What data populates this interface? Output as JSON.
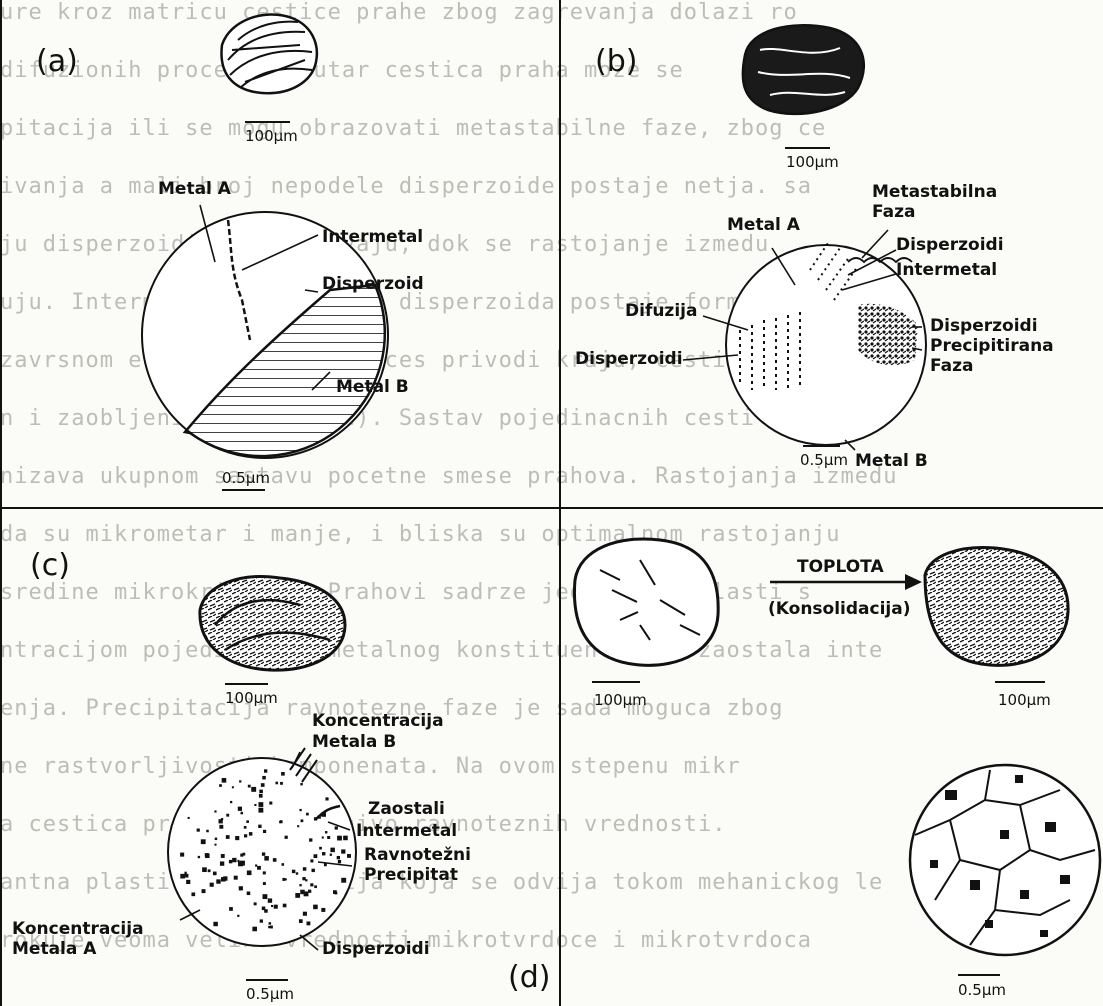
{
  "background_text": [
    "ure kroz matricu cestice prahe zbog zagrevanja dolazi ro",
    "difuzionih procesa. Unutar cestica praha moze se",
    "pitacija ili se mogu obrazovati metastabilne faze, zbog ce",
    "ivanja a mali broj nepodele disperzoide postaje netja. sa",
    "ju disperzoidi se povecavaju, dok se rastojanje izmedu",
    "uju. Intermetal onemogucava disperzoida postaje formacija,",
    "zavrsnom etapi, kada se proces privodi kraju, cestice posta",
    "n i zaobljeni (sl. 2.11.c). Sastav pojedinacnih cesti",
    "nizava ukupnom sastavu pocetne smese prahova. Rastojanja izmedu",
    "da su mikrometar i manje, i bliska su optimalnom rastojanju",
    "sredine mikrokristala. Prahovi sadrze jedan ili oblasti s",
    "ntracijom pojedinacnog metalnog konstituenta ili zaostala inte",
    "enja. Precipitacija ravnotezne faze je sada moguca zbog",
    "ne rastvorljivosti komponenata. Na ovom stepenu mikr",
    "a cestica praha dostize nivo ravnoteznih vrednosti.",
    "antna plasticna deformacija koja se odvija tokom mehanickog le",
    "rokuje veoma velike vrednosti mikrotvrdoce i mikrotvrdoca"
  ],
  "panels": {
    "a": {
      "id": "(a)",
      "scale_top": "100µm",
      "metal_a": "Metal A",
      "intermetal": "Intermetal",
      "disperzoid": "Disperzoid",
      "metal_b": "Metal B",
      "scale_bottom": "0.5µm"
    },
    "b": {
      "id": "(b)",
      "scale_top": "100µm",
      "metastabilna_1": "Metastabilna",
      "metastabilna_2": "Faza",
      "metal_a": "Metal A",
      "disperzoidi_top": "Disperzoidi",
      "intermetal": "Intermetal",
      "difuzija": "Difuzija",
      "disperzoidi_right": "Disperzoidi",
      "precipitirana_1": "Precipitirana",
      "precipitirana_2": "Faza",
      "disperzoidi_left": "Disperzoidi",
      "scale_bottom": "0.5µm",
      "metal_b": "Metal B"
    },
    "c": {
      "id": "(c)",
      "scale_top": "100µm",
      "konc_b_1": "Koncentracija",
      "konc_b_2": "Metala B",
      "zaostali_1": "Zaostali",
      "zaostali_2": "Intermetal",
      "ravnotezni_1": "Ravnotežni",
      "ravnotezni_2": "Precipitat",
      "konc_a_1": "Koncentracija",
      "konc_a_2": "Metala A",
      "disperzoidi": "Disperzoidi",
      "scale_bottom": "0.5µm"
    },
    "d": {
      "id": "(d)",
      "toplota": "TOPLOTA",
      "konsolidacija": "(Konsolidacija)",
      "scale_left": "100µm",
      "scale_right": "100µm",
      "scale_bottom": "0.5µm"
    }
  }
}
